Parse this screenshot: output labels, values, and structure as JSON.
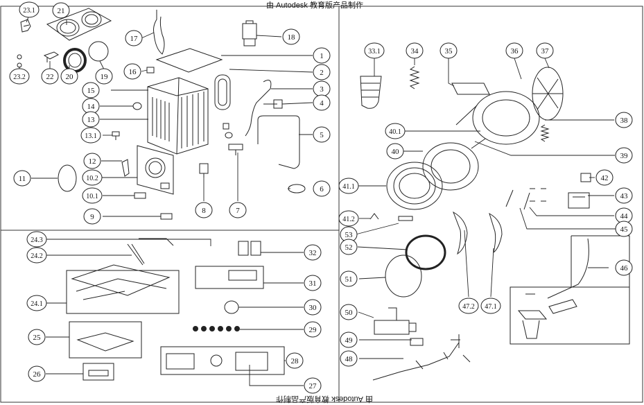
{
  "watermark": {
    "top": "由 Autodesk 教育版产品制作",
    "bottom": "由 Autodesk 教育版产品制作"
  },
  "panels": {
    "left_top": {
      "callouts": [
        "23.1",
        "21",
        "17",
        "18",
        "23.2",
        "22",
        "20",
        "19",
        "16",
        "1",
        "2",
        "15",
        "3",
        "4",
        "14",
        "13",
        "13.1",
        "5",
        "12",
        "10.2",
        "11",
        "6",
        "10.1",
        "8",
        "7",
        "9"
      ]
    },
    "left_bottom": {
      "callouts": [
        "24.3",
        "24.2",
        "32",
        "24.1",
        "31",
        "30",
        "29",
        "25",
        "28",
        "26",
        "27"
      ]
    },
    "right": {
      "callouts": [
        "33.1",
        "34",
        "35",
        "36",
        "37",
        "38",
        "40.1",
        "40",
        "39",
        "41.1",
        "42",
        "43",
        "44",
        "41.2",
        "45",
        "53",
        "52",
        "51",
        "46",
        "50",
        "47.2",
        "47.1",
        "49",
        "48"
      ]
    }
  },
  "colors": {
    "line": "#222222",
    "bubble_fill": "#ffffff"
  }
}
